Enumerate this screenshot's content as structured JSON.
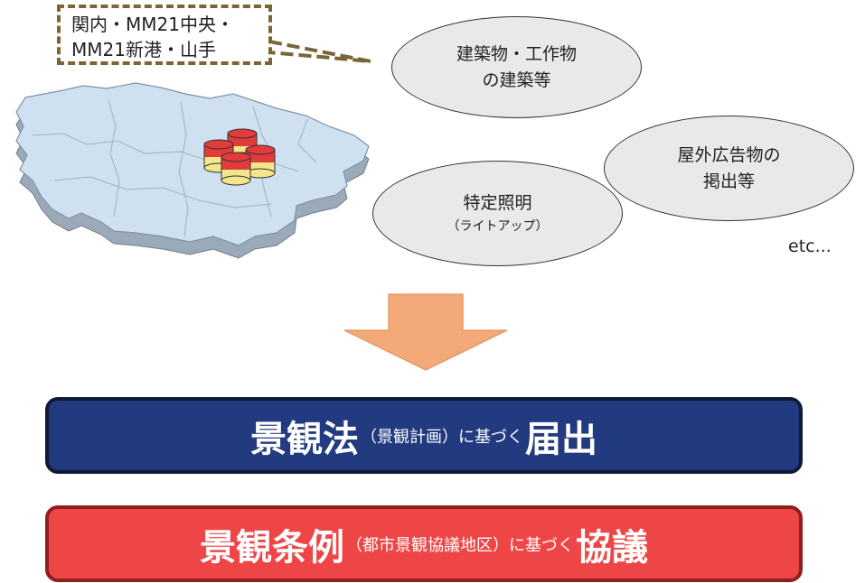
{
  "callout": {
    "line1": "関内・MM21中央・",
    "line2": "MM21新港・山手"
  },
  "bubbles": {
    "building": {
      "line1": "建築物・工作物",
      "line2": "の建築等"
    },
    "signage": {
      "line1": "屋外広告物の",
      "line2": "掲出等"
    },
    "lighting": {
      "line1": "特定照明",
      "line2": "（ライトアップ）"
    }
  },
  "etc": "etc...",
  "band_law": {
    "lead": "景観法",
    "mid": "（景観計画）に基づく",
    "tail": "届出"
  },
  "band_ordinance": {
    "lead": "景観条例",
    "mid": "（都市景観協議地区）に基づく",
    "tail": "協議"
  },
  "colors": {
    "map_fill": "#cfe0f0",
    "map_edge": "#9aaab8",
    "arrow": "#f4aa78",
    "band_law": "#223a7f",
    "band_ordinance": "#ee4646",
    "callout_border": "#7a6535",
    "bubble_fill": "#e9e9e9"
  }
}
